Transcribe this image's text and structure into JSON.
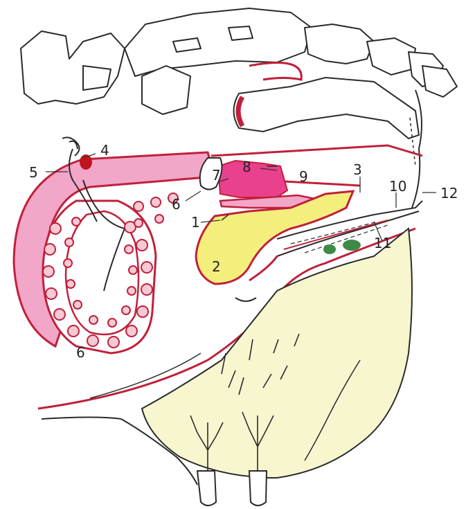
{
  "figure": {
    "colors": {
      "outline": "#2a2a2a",
      "duct_red": "#c0203a",
      "pink_fill": "#f2a6c8",
      "bright_pink": "#e9418e",
      "yellow_fill": "#f4ee7c",
      "pale_yellow": "#f8f6cf",
      "dark_red": "#c0141e",
      "green": "#3f8a46"
    },
    "labels": {
      "l1": "1",
      "l2": "2",
      "l3": "3",
      "l4": "4",
      "l5": "5",
      "l6a": "6",
      "l6b": "6",
      "l7": "7",
      "l8": "8",
      "l9": "9",
      "l10": "10",
      "l11": "11",
      "l12": "12"
    }
  }
}
